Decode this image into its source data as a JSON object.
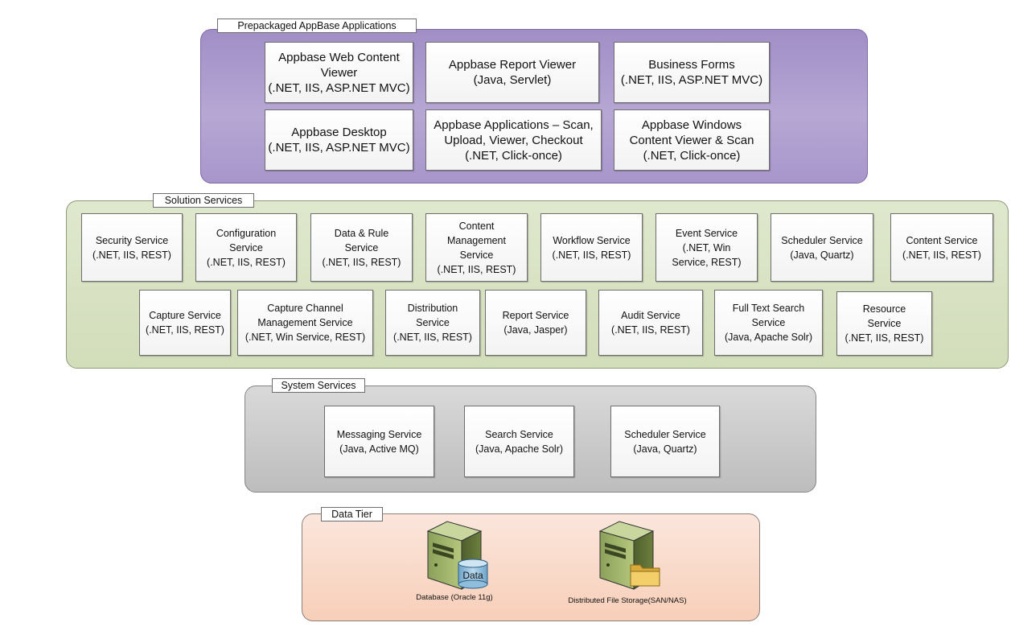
{
  "groups": {
    "apps": {
      "title": "Prepackaged AppBase Applications",
      "boxes": [
        {
          "id": "web-content-viewer",
          "text": "Appbase Web Content\nViewer\n(.NET, IIS, ASP.NET MVC)"
        },
        {
          "id": "report-viewer",
          "text": "Appbase Report Viewer\n(Java, Servlet)"
        },
        {
          "id": "business-forms",
          "text": "Business Forms\n(.NET, IIS, ASP.NET MVC)"
        },
        {
          "id": "desktop",
          "text": "Appbase Desktop\n(.NET, IIS, ASP.NET MVC)"
        },
        {
          "id": "applications-scan",
          "text": "Appbase Applications – Scan,\nUpload, Viewer, Checkout\n(.NET, Click-once)"
        },
        {
          "id": "windows-content-viewer",
          "text": "Appbase Windows\nContent Viewer & Scan\n(.NET, Click-once)"
        }
      ]
    },
    "solution": {
      "title": "Solution Services",
      "boxes": [
        {
          "id": "security-service",
          "text": "Security Service\n(.NET, IIS, REST)"
        },
        {
          "id": "configuration-service",
          "text": "Configuration\nService\n(.NET, IIS, REST)"
        },
        {
          "id": "data-rule-service",
          "text": "Data & Rule\nService\n(.NET, IIS, REST)"
        },
        {
          "id": "content-management-service",
          "text": "Content\nManagement\nService\n(.NET, IIS, REST)"
        },
        {
          "id": "workflow-service",
          "text": "Workflow Service\n(.NET, IIS, REST)"
        },
        {
          "id": "event-service",
          "text": "Event Service\n(.NET, Win\nService, REST)"
        },
        {
          "id": "scheduler-service-sol",
          "text": "Scheduler Service\n(Java, Quartz)"
        },
        {
          "id": "content-service",
          "text": "Content Service\n(.NET, IIS, REST)"
        },
        {
          "id": "capture-service",
          "text": "Capture Service\n(.NET, IIS, REST)"
        },
        {
          "id": "capture-channel-service",
          "text": "Capture Channel\nManagement Service\n(.NET, Win Service, REST)"
        },
        {
          "id": "distribution-service",
          "text": "Distribution\nService\n(.NET, IIS, REST)"
        },
        {
          "id": "report-service",
          "text": "Report Service\n(Java, Jasper)"
        },
        {
          "id": "audit-service",
          "text": "Audit Service\n(.NET, IIS, REST)"
        },
        {
          "id": "full-text-search-service",
          "text": "Full Text Search\nService\n(Java, Apache Solr)"
        },
        {
          "id": "resource-service",
          "text": "Resource\nService\n(.NET, IIS, REST)"
        }
      ]
    },
    "system": {
      "title": "System Services",
      "boxes": [
        {
          "id": "messaging-service",
          "text": "Messaging Service\n(Java, Active MQ)"
        },
        {
          "id": "search-service",
          "text": "Search Service\n(Java, Apache Solr)"
        },
        {
          "id": "scheduler-service-sys",
          "text": "Scheduler Service\n(Java, Quartz)"
        }
      ]
    },
    "data": {
      "title": "Data Tier",
      "database_label": "Database (Oracle 11g)",
      "database_badge": "Data",
      "storage_label": "Distributed File Storage(SAN/NAS)"
    }
  },
  "colors": {
    "apps_fill": "#b3a4d3",
    "solution_fill": "#d8e2c4",
    "system_fill": "#cccccc",
    "data_fill": "#f9dccb"
  }
}
